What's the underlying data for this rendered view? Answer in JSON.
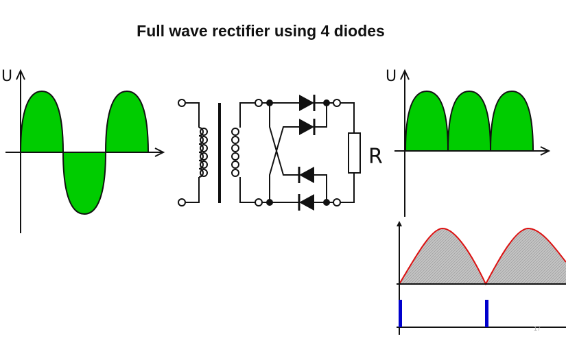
{
  "slide": {
    "title": "Full wave rectifier using 4 diodes",
    "page_number": "17"
  },
  "input_graph": {
    "axis_label": "U"
  },
  "output_graph": {
    "axis_label": "U"
  },
  "circuit": {
    "load_label": "R"
  },
  "colors": {
    "wave_fill": "#00cc00",
    "rectified_curve": "#dd1111",
    "shaded_fill": "#bdbdbd",
    "pulse": "#0000cc"
  }
}
